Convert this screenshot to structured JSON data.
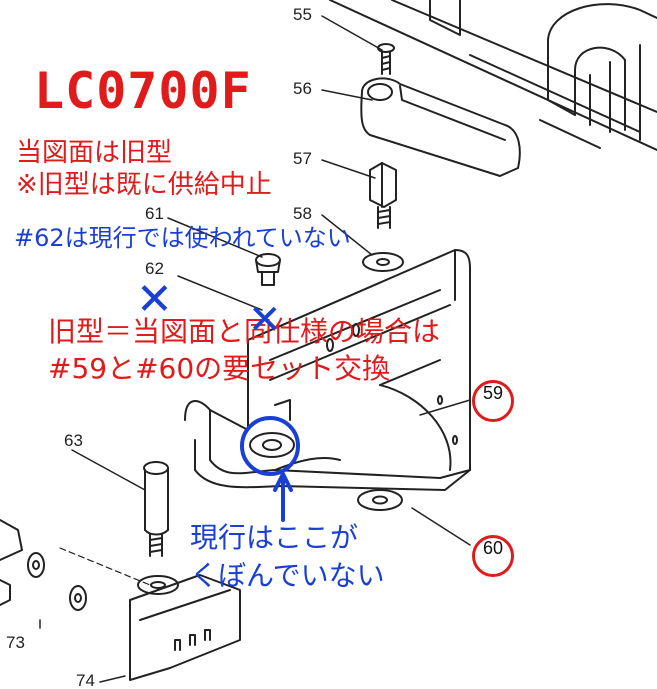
{
  "title": "LC0700F",
  "notes": {
    "old_model": "当図面は旧型",
    "discontinued": "※旧型は既に供給中止",
    "part62_note": "#62は現行では使われていない",
    "same_spec_1": "旧型＝当図面と同仕様の場合は",
    "same_spec_2": "#59と#60の要セット交換",
    "current_1": "現行はここが",
    "current_2": "くぼんでいない"
  },
  "parts": {
    "p55": "55",
    "p56": "56",
    "p57": "57",
    "p58": "58",
    "p61": "61",
    "p62": "62",
    "p63": "63",
    "p73": "73",
    "p74": "74"
  },
  "circled": {
    "c59": "59",
    "c60": "60"
  },
  "marks": {
    "x1": "✕",
    "x2": "✕"
  },
  "colors": {
    "red": "#e01b1b",
    "blue": "#1a3fd4",
    "line": "#222222"
  }
}
